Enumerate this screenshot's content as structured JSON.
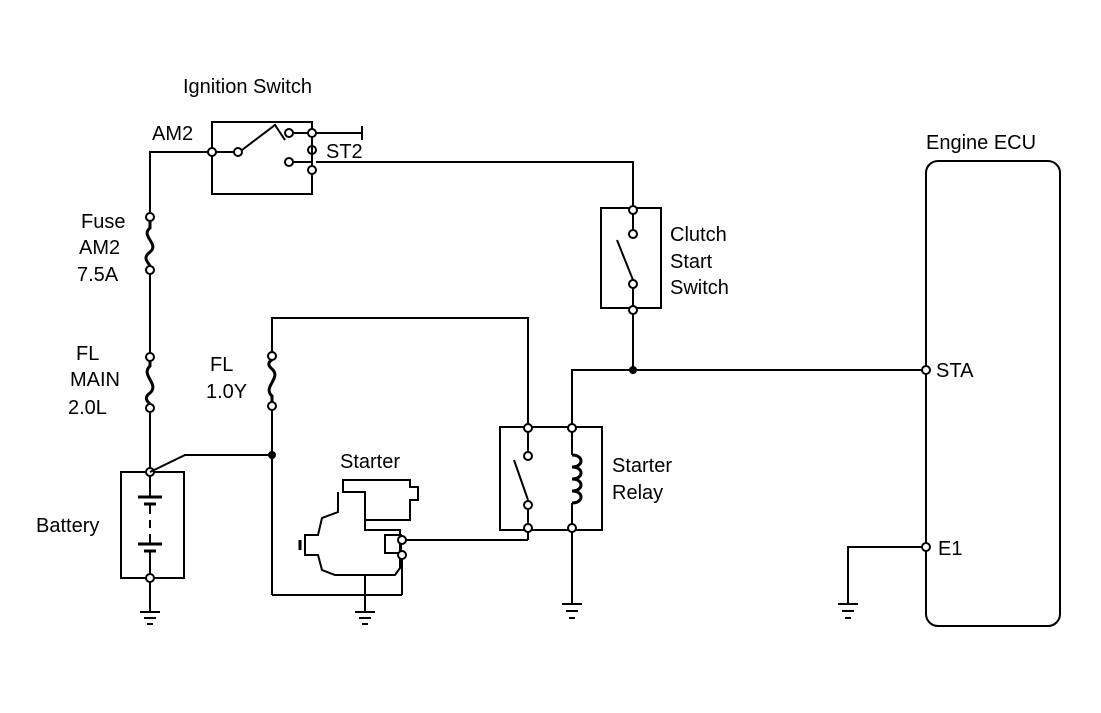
{
  "ignition_switch": {
    "title": "Ignition Switch",
    "am2": "AM2",
    "st2": "ST2"
  },
  "fuse_am2": {
    "line1": "Fuse",
    "line2": "AM2",
    "line3": "7.5A"
  },
  "fl_main": {
    "line1": "FL",
    "line2": "MAIN",
    "line3": "2.0L"
  },
  "fl_small": {
    "line1": "FL",
    "line2": "1.0Y"
  },
  "battery": {
    "label": "Battery"
  },
  "starter": {
    "label": "Starter"
  },
  "starter_relay": {
    "line1": "Starter",
    "line2": "Relay"
  },
  "clutch_switch": {
    "line1": "Clutch",
    "line2": "Start",
    "line3": "Switch"
  },
  "ecu": {
    "title": "Engine ECU",
    "sta": "STA",
    "e1": "E1"
  }
}
